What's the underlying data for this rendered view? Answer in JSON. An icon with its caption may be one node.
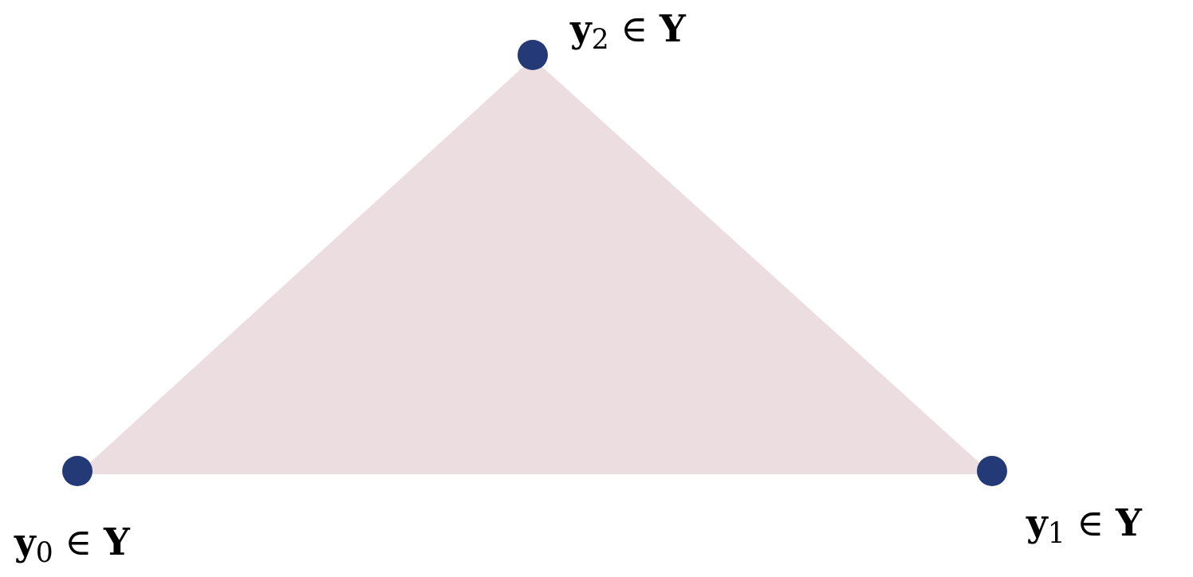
{
  "diagram": {
    "nodes": [
      {
        "text": [],
        "shape": "circle",
        "beside": [
          "**y**$_{0}$ ∈ **Y**"
        ]
      },
      {
        "text": [],
        "shape": "circle",
        "beside": [
          "**y**$_{1}$ ∈ **Y**"
        ]
      },
      {
        "text": [],
        "shape": "circle",
        "beside": [
          "**y**$_{2}$ ∈ **Y**"
        ]
      }
    ]
  }
}
